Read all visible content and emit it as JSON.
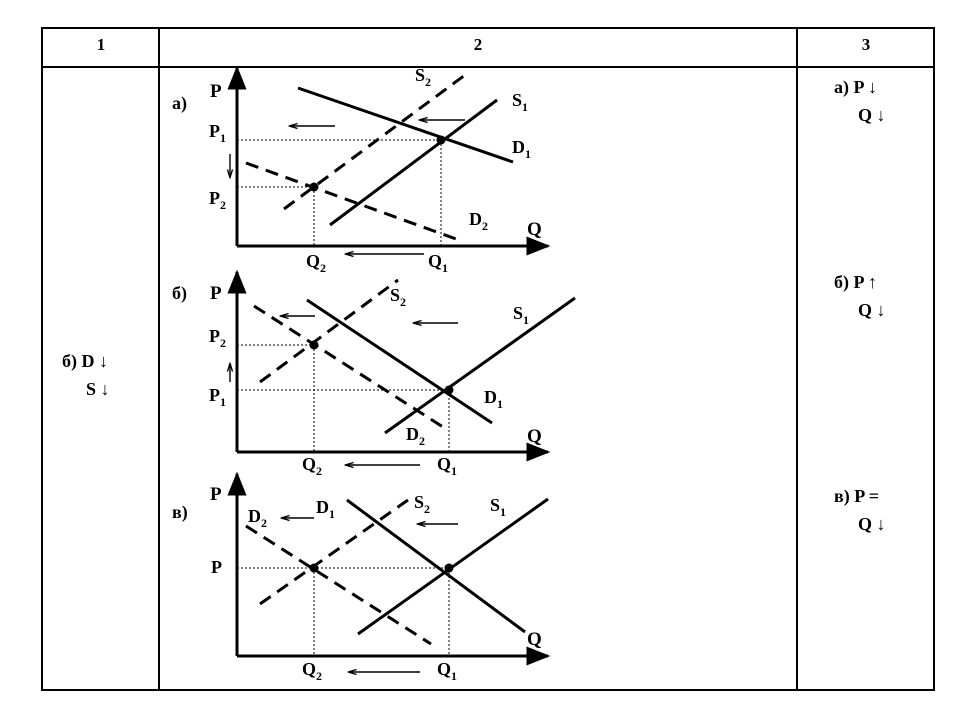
{
  "table": {
    "headers": [
      "1",
      "2",
      "3"
    ],
    "col1": {
      "line1_text": "б) D",
      "line1_arrow": "↓",
      "line2_text": "S",
      "line2_arrow": "↓"
    },
    "col3": {
      "a": {
        "p_text": "а) P",
        "p_arrow": "↓",
        "q_text": "Q",
        "q_arrow": "↓"
      },
      "b": {
        "p_text": "б) P",
        "p_arrow": "↑",
        "q_text": "Q",
        "q_arrow": "↓"
      },
      "c": {
        "p_text": "в) P =",
        "q_text": "Q",
        "q_arrow": "↓"
      }
    }
  },
  "graphs": {
    "a": {
      "label": "а)",
      "p_axis": "P",
      "q_axis": "Q",
      "p1": {
        "base": "P",
        "sub": "1"
      },
      "p2": {
        "base": "P",
        "sub": "2"
      },
      "q1": {
        "base": "Q",
        "sub": "1"
      },
      "q2": {
        "base": "Q",
        "sub": "2"
      },
      "s1": {
        "base": "S",
        "sub": "1"
      },
      "s2": {
        "base": "S",
        "sub": "2"
      },
      "d1": {
        "base": "D",
        "sub": "1"
      },
      "d2": {
        "base": "D",
        "sub": "2"
      }
    },
    "b": {
      "label": "б)",
      "p_axis": "P",
      "q_axis": "Q",
      "p1": {
        "base": "P",
        "sub": "1"
      },
      "p2": {
        "base": "P",
        "sub": "2"
      },
      "q1": {
        "base": "Q",
        "sub": "1"
      },
      "q2": {
        "base": "Q",
        "sub": "2"
      },
      "s1": {
        "base": "S",
        "sub": "1"
      },
      "s2": {
        "base": "S",
        "sub": "2"
      },
      "d1": {
        "base": "D",
        "sub": "1"
      },
      "d2": {
        "base": "D",
        "sub": "2"
      }
    },
    "c": {
      "label": "в)",
      "p_axis": "P",
      "q_axis": "Q",
      "p": "P",
      "q1": {
        "base": "Q",
        "sub": "1"
      },
      "q2": {
        "base": "Q",
        "sub": "2"
      },
      "s1": {
        "base": "S",
        "sub": "1"
      },
      "s2": {
        "base": "S",
        "sub": "2"
      },
      "d1": {
        "base": "D",
        "sub": "1"
      },
      "d2": {
        "base": "D",
        "sub": "2"
      }
    }
  }
}
